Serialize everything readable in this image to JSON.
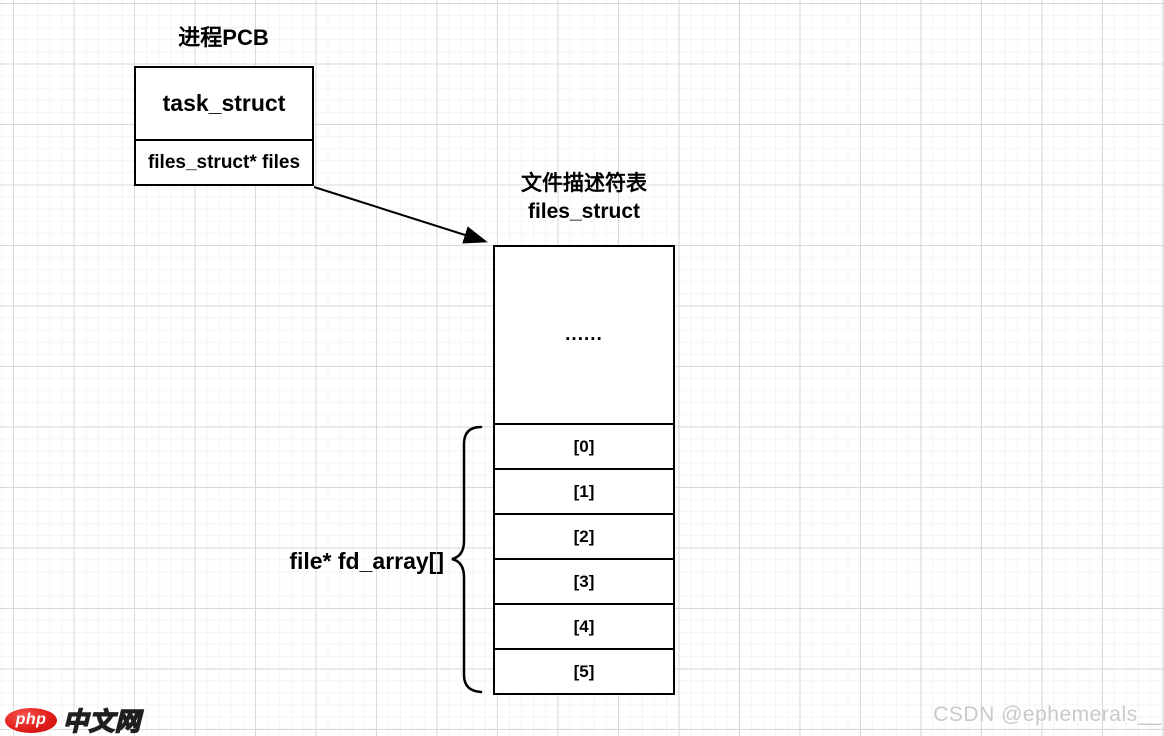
{
  "diagram": {
    "pcb_title": "进程PCB",
    "task_struct": {
      "title": "task_struct",
      "field": "files_struct* files"
    },
    "fd_table": {
      "title_line1": "文件描述符表",
      "title_line2": "files_struct",
      "ellipsis_cell": "......",
      "rows": [
        "[0]",
        "[1]",
        "[2]",
        "[3]",
        "[4]",
        "[5]"
      ],
      "array_label": "file* fd_array[]"
    }
  },
  "branding": {
    "logo_php": "php",
    "logo_cn": "中文网",
    "watermark": "CSDN @ephemerals__"
  },
  "colors": {
    "line": "#000000",
    "grid_major": "#d9d9d9",
    "grid_minor": "#f5f4f5",
    "logo_red": "#e21e1c",
    "watermark": "#c9c9c9"
  }
}
